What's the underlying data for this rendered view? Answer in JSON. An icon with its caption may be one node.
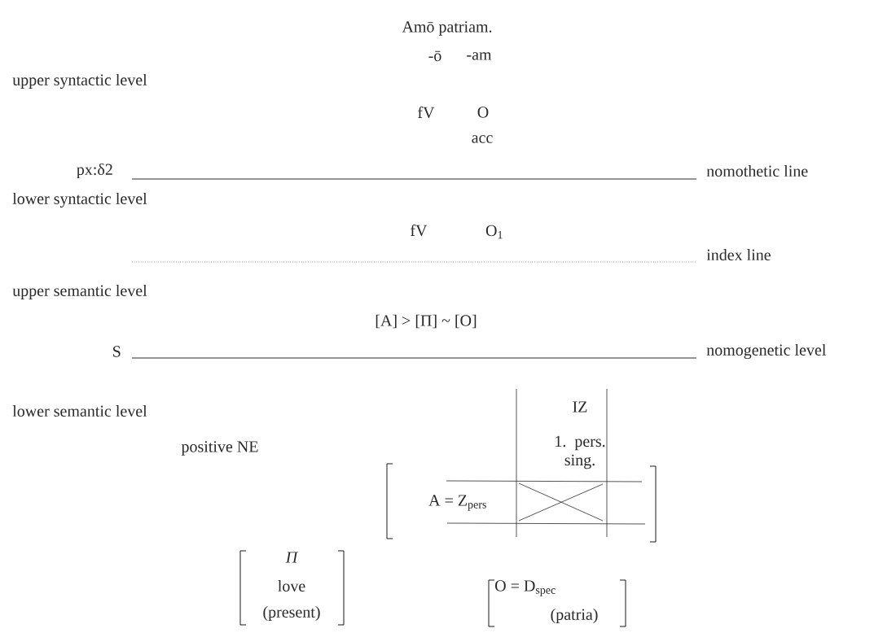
{
  "diagram": {
    "labels": [
      "Amō patriam.",
      "-ō",
      "-am",
      "upper syntactic level",
      "fV",
      "O",
      "acc",
      "px:δ2",
      "nomothetic line",
      "lower syntactic level",
      "fV",
      "O$_{1}$",
      "index line",
      "upper semantic level",
      "[A] > [Π] ~ [O]",
      "S",
      "nomogenetic level",
      "lower semantic level",
      "IZ",
      "1. pers. sing.",
      "positive NE",
      "A = Z$_{pers}$",
      "Π",
      "love",
      "(present)",
      "O = D$_{spec}$",
      "(patria)"
    ]
  }
}
